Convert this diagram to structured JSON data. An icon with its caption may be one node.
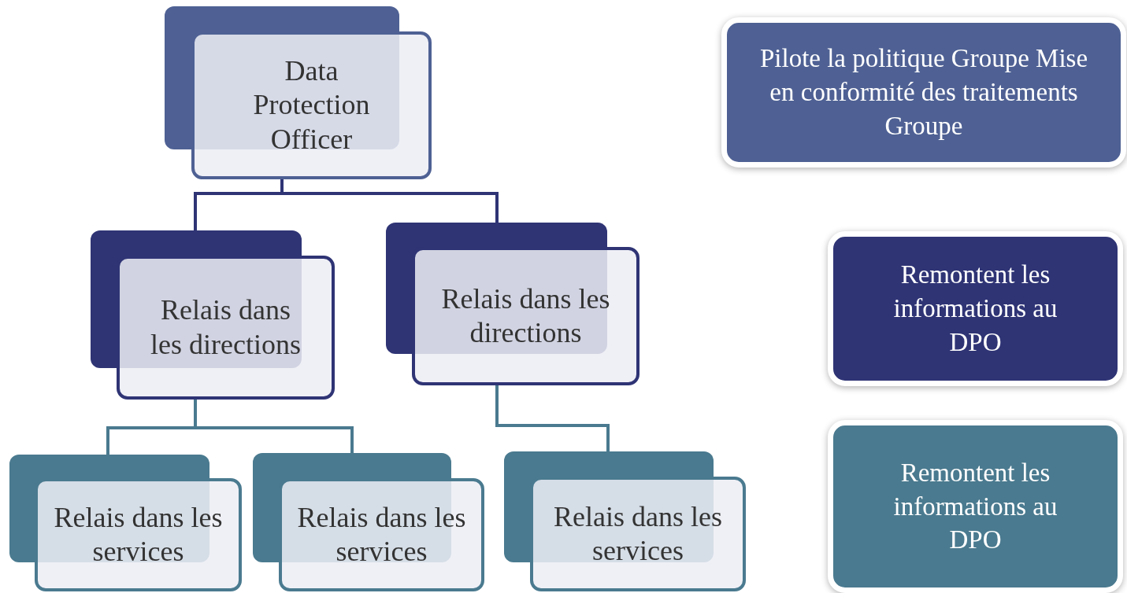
{
  "diagram": {
    "nodes": [
      {
        "text": [
          "Data Protection Officer"
        ]
      },
      {
        "text": [
          "Relais dans les directions"
        ]
      },
      {
        "text": [
          "Relais dans les directions"
        ]
      },
      {
        "text": [
          "Relais dans les services"
        ]
      },
      {
        "text": [
          "Relais dans les services"
        ]
      },
      {
        "text": [
          "Relais dans les services"
        ]
      },
      {
        "text": [
          "Pilote la politique Groupe Mise en conformité des traitements Groupe"
        ]
      },
      {
        "text": [
          "Remontent les informations au DPO"
        ]
      },
      {
        "text": [
          "Remontent les informations au DPO"
        ]
      }
    ],
    "edges": [
      {
        "from": 0,
        "to": 1,
        "arrow": "none",
        "color": "#2f3475"
      },
      {
        "from": 0,
        "to": 2,
        "arrow": "none",
        "color": "#2f3475"
      },
      {
        "from": 1,
        "to": 3,
        "arrow": "none"
      },
      {
        "from": 1,
        "to": 4,
        "arrow": "none"
      },
      {
        "from": 2,
        "to": 5,
        "arrow": "none"
      }
    ]
  }
}
